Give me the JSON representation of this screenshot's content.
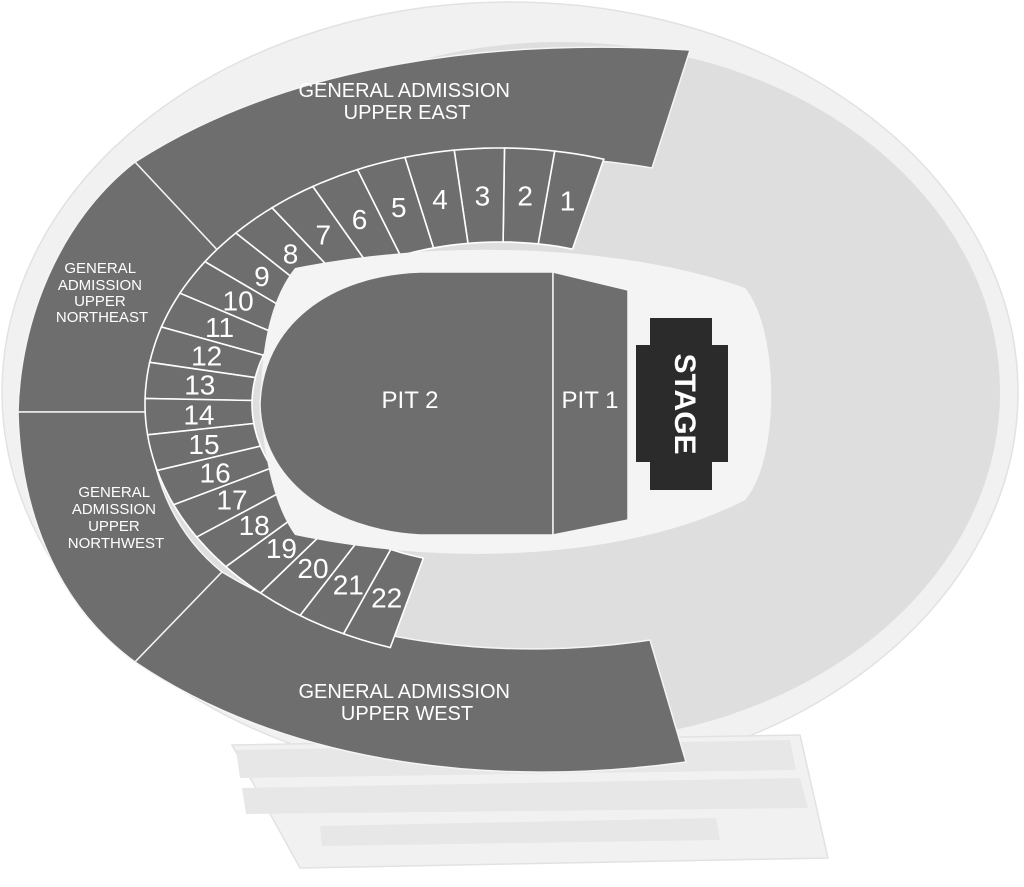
{
  "map": {
    "colors": {
      "background": "#ffffff",
      "stadium_outer": "#f1f1f1",
      "unavailable_bowl": "#dedede",
      "available_section": "#6e6e6e",
      "stage": "#2b2b2b",
      "label": "#ffffff"
    },
    "stage_label": "STAGE",
    "pits": [
      {
        "id": "pit-2",
        "label": "PIT 2"
      },
      {
        "id": "pit-1",
        "label": "PIT 1"
      }
    ],
    "ga_sections": [
      {
        "id": "upper-east",
        "lines": [
          "GENERAL ADMISSION",
          "UPPER EAST"
        ]
      },
      {
        "id": "upper-northeast",
        "lines": [
          "GENERAL",
          "ADMISSION",
          "UPPER",
          "NORTHEAST"
        ]
      },
      {
        "id": "upper-northwest",
        "lines": [
          "GENERAL",
          "ADMISSION",
          "UPPER",
          "NORTHWEST"
        ]
      },
      {
        "id": "upper-west",
        "lines": [
          "GENERAL ADMISSION",
          "UPPER WEST"
        ]
      }
    ],
    "lower_sections": [
      "1",
      "2",
      "3",
      "4",
      "5",
      "6",
      "7",
      "8",
      "9",
      "10",
      "11",
      "12",
      "13",
      "14",
      "15",
      "16",
      "17",
      "18",
      "19",
      "20",
      "21",
      "22"
    ]
  }
}
